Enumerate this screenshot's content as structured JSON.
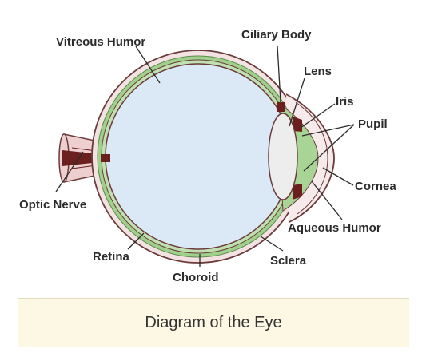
{
  "diagram": {
    "labels": {
      "vitreous_humor": "Vitreous Humor",
      "ciliary_body": "Ciliary Body",
      "lens": "Lens",
      "iris": "Iris",
      "pupil": "Pupil",
      "cornea": "Cornea",
      "aqueous_humor": "Aqueous Humor",
      "optic_nerve": "Optic Nerve",
      "retina": "Retina",
      "choroid": "Choroid",
      "sclera": "Sclera"
    },
    "colors": {
      "sclera": "#f0dfe0",
      "outline": "#6b3a3a",
      "choroid": "#9fd08c",
      "retina": "#b6dba6",
      "vitreous": "#dbe8f5",
      "lens": "#eeeeee",
      "iris": "#6b1f1f",
      "optic_nerve": "#e8c8c8",
      "optic_core": "#6b1f1f"
    }
  },
  "caption": {
    "text": "Diagram of the Eye"
  }
}
